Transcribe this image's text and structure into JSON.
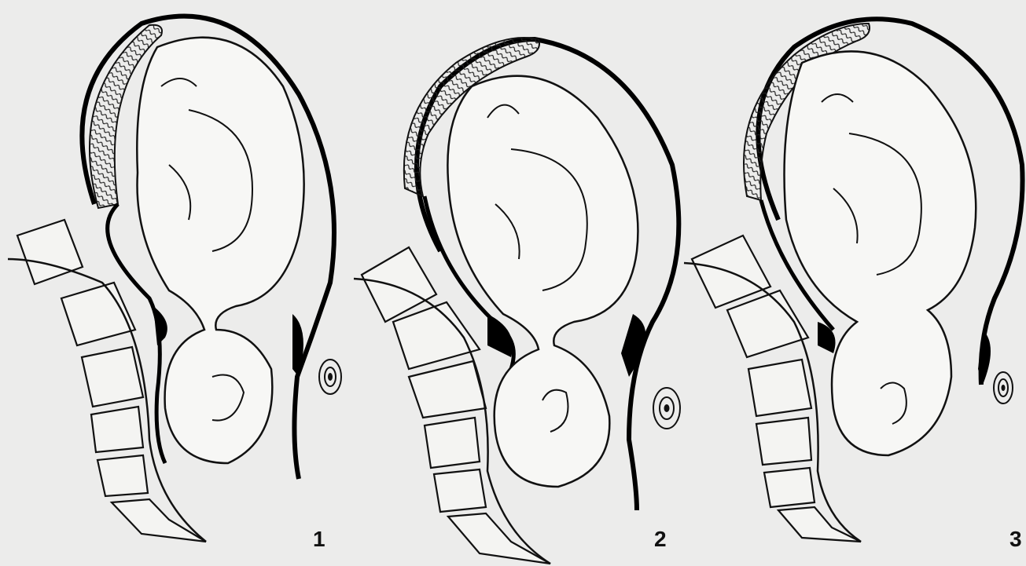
{
  "figure": {
    "panels": [
      {
        "number": "1"
      },
      {
        "number": "2"
      },
      {
        "number": "3"
      }
    ]
  }
}
